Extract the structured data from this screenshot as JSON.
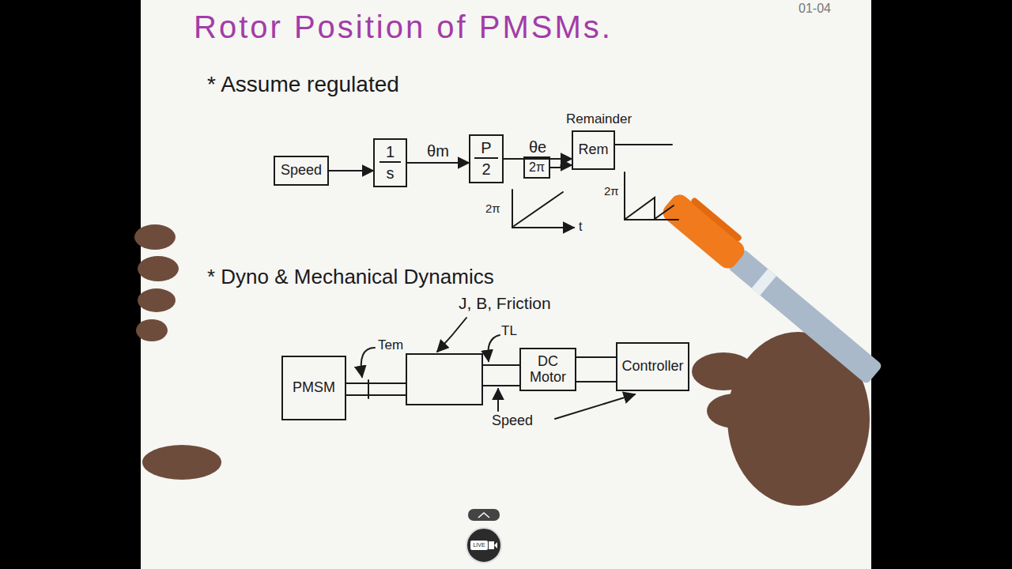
{
  "diagram": {
    "title": "Rotor Position of PMSMs.",
    "nodes": [
      {
        "text": [
          "Speed"
        ]
      },
      {
        "text": [
          "1",
          "s"
        ]
      },
      {
        "text": [
          "P",
          "2"
        ]
      },
      {
        "text": [
          "2π"
        ]
      },
      {
        "text": [
          "Rem"
        ]
      },
      {
        "text": [
          "PMSM"
        ]
      },
      {
        "text": [
          "DC Motor"
        ]
      },
      {
        "text": [
          "Controller"
        ]
      }
    ],
    "edges": [
      {
        "from": 0,
        "to": 1,
        "arrow": "to"
      },
      {
        "from": 1,
        "to": 2,
        "label": "θm",
        "arrow": "to"
      },
      {
        "from": 2,
        "to": 4,
        "label": "θe",
        "arrow": "to"
      },
      {
        "from": 3,
        "to": 4,
        "arrow": "to"
      },
      {
        "from": 6,
        "to": 7,
        "arrow": "none"
      }
    ],
    "labels": [
      "01-04",
      "* Assume regulated",
      "Remainder",
      "2π",
      "t",
      "2π",
      "* Dyno & Mechanical Dynamics",
      "J, B, Friction",
      "Tem",
      "TL",
      "Speed",
      "LIVE"
    ]
  }
}
